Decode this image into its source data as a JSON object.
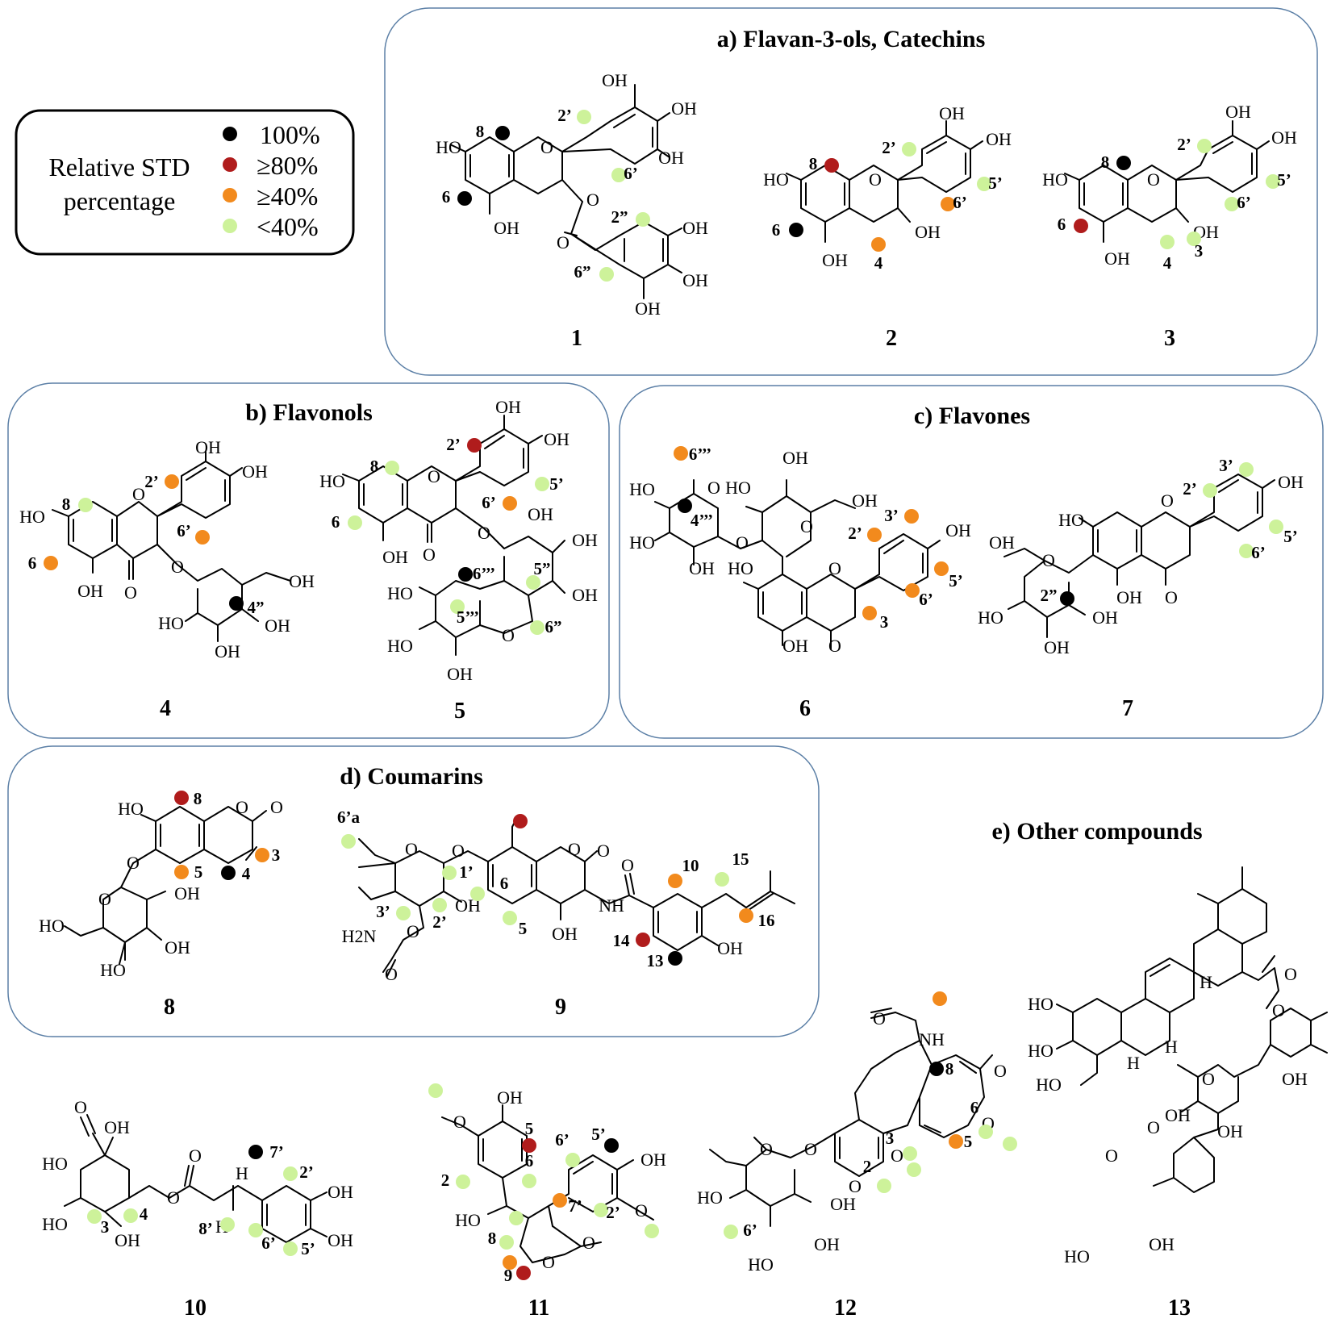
{
  "legend": {
    "title_line1": "Relative STD",
    "title_line2": "percentage",
    "entries": [
      {
        "label": "100%",
        "color": "#000000"
      },
      {
        "label": "≥80%",
        "color": "#b01c1c"
      },
      {
        "label": "≥40%",
        "color": "#f28a1d"
      },
      {
        "label": "<40%",
        "color": "#cdf29a"
      }
    ]
  },
  "panels": [
    {
      "title": "a) Flavan-3-ols, Catechins"
    },
    {
      "title": "b) Flavonols"
    },
    {
      "title": "c) Flavones"
    },
    {
      "title": "d) Coumarins"
    },
    {
      "title": "e) Other compounds"
    }
  ],
  "compounds": [
    "1",
    "2",
    "3",
    "4",
    "5",
    "6",
    "7",
    "8",
    "9",
    "10",
    "11",
    "12",
    "13"
  ],
  "atom_labels": {
    "oh": "OH",
    "ho": "HO",
    "o": "O",
    "nh": "NH",
    "h2n": "H2N",
    "h": "H"
  },
  "positions": {
    "c1": [
      "8",
      "6",
      "2’",
      "6’",
      "2”",
      "6”"
    ],
    "c2": [
      "8",
      "6",
      "2’",
      "5’",
      "6’",
      "4"
    ],
    "c3": [
      "8",
      "6",
      "2’",
      "5’",
      "6’",
      "4",
      "3"
    ],
    "c4": [
      "8",
      "6",
      "2’",
      "6’",
      "4”"
    ],
    "c5": [
      "8",
      "6",
      "2’",
      "5’",
      "6’",
      "6’’’",
      "5”",
      "5’’’",
      "6”"
    ],
    "c6": [
      "6’’’",
      "4’’’",
      "3’",
      "2’",
      "5’",
      "6’",
      "3"
    ],
    "c7": [
      "3’",
      "2’",
      "5’",
      "6’",
      "2”"
    ],
    "c8": [
      "8",
      "3",
      "5",
      "4"
    ],
    "c9": [
      "6’a",
      "1’",
      "6",
      "3’",
      "2’",
      "5",
      "10",
      "15",
      "16",
      "14",
      "13"
    ],
    "c10": [
      "7’",
      "2’",
      "4",
      "3",
      "8’",
      "6’",
      "5’"
    ],
    "c11": [
      "5",
      "6",
      "5’",
      "6’",
      "2",
      "7’",
      "2’",
      "8",
      "9"
    ],
    "c12": [
      "8",
      "6",
      "5",
      "3",
      "2",
      "6’"
    ]
  }
}
